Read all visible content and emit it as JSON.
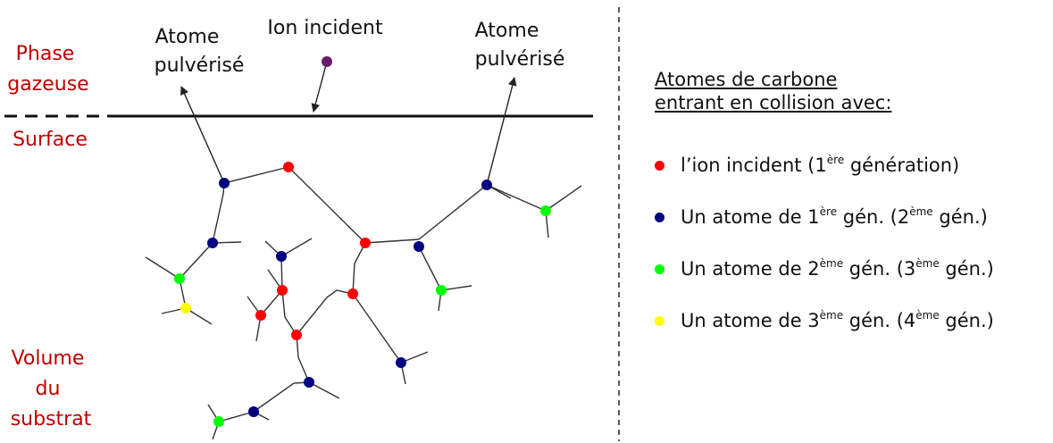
{
  "regions": {
    "gas_phase": [
      "Phase",
      "gazeuse"
    ],
    "surface": "Surface",
    "substrate": [
      "Volume",
      "du",
      "substrat"
    ]
  },
  "labels": {
    "incident_ion": "Ion incident",
    "sputtered_left": [
      "Atome",
      "pulvérisé"
    ],
    "sputtered_right": [
      "Atome",
      "pulvérisé"
    ]
  },
  "legend": {
    "title": [
      "Atomes  de carbone",
      "entrant en collision avec:"
    ],
    "items": [
      {
        "color": "#ff0000",
        "parts": [
          "l’ion incident (1",
          "ère",
          " génération)"
        ]
      },
      {
        "color": "#000080",
        "parts": [
          "Un atome de 1",
          "ère",
          " gén. (2",
          "ème",
          " gén.)"
        ]
      },
      {
        "color": "#00ff00",
        "parts": [
          "Un atome de 2",
          "ème",
          " gén. (3",
          "ème",
          " gén.)"
        ]
      },
      {
        "color": "#ffff00",
        "parts": [
          "Un atome de 3",
          "ème",
          " gén. (4",
          "ème",
          " gén.)"
        ]
      }
    ]
  },
  "colors": {
    "ion": "#6a1b6a",
    "gen1": "#ff0000",
    "gen2": "#000080",
    "gen3": "#00ff00",
    "gen4": "#ffff00",
    "region_text": "#c00000"
  }
}
